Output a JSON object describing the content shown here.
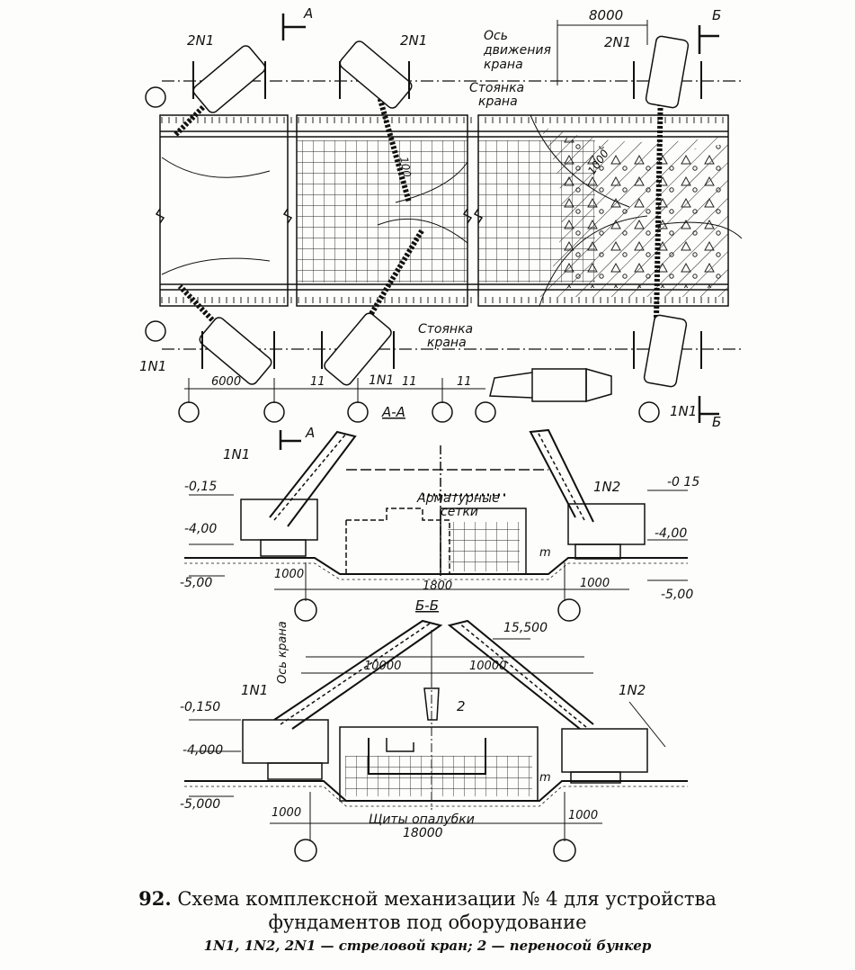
{
  "figure": {
    "number": "92.",
    "title_line1": "Схема комплексной механизации № 4  для устройства",
    "title_line2": "фундаментов под оборудование",
    "legend": "1N1, 1N2, 2N1 — стреловой кран; 2 — переносой бункер"
  },
  "plan": {
    "crane_label_2n1": "2N1",
    "crane_label_1n1": "1N1",
    "section_a": "А",
    "section_b": "Б",
    "dim_top": "8000",
    "axis_label_l1": "Ось",
    "axis_label_l2": "движения",
    "axis_label_l3": "крана",
    "parking_top_l1": "Стоянка",
    "parking_top_l2": "крана",
    "parking_bottom_l1": "Стоянка",
    "parking_bottom_l2": "крана",
    "radius_1000": "1000",
    "radius_100": "100",
    "dim_6000": "6000",
    "dim_11": "11",
    "section_aa_title": "А-А"
  },
  "section_aa": {
    "crane_left": "1N1",
    "crane_right": "1N2",
    "mark_015_left": "-0,15",
    "mark_015_right": "-0 15",
    "mark_400_left": "-4,00",
    "mark_400_right": "-4,00",
    "mark_500_left": "-5,00",
    "mark_500_right": "-5,00",
    "dim_1000_left": "1000",
    "dim_1000_right": "1000",
    "dim_1800": "1800",
    "label_mesh_l1": "Арматурные",
    "label_mesh_l2": "сетки",
    "label_m": "m"
  },
  "section_bb": {
    "title": "Б-Б",
    "mark_15500": "15,500",
    "axis_label": "Ось крана",
    "crane_left": "1N1",
    "crane_right": "1N2",
    "dim_10000_left": "10000",
    "dim_10000_right": "10000",
    "hopper": "2",
    "mark_0150": "-0,150",
    "mark_4000": "-4,000",
    "mark_5000": "-5,000",
    "dim_1000_left": "1000",
    "dim_1000_right": "1000",
    "dim_18000": "18000",
    "label_forms": "Щиты опалубки",
    "label_m": "m"
  }
}
